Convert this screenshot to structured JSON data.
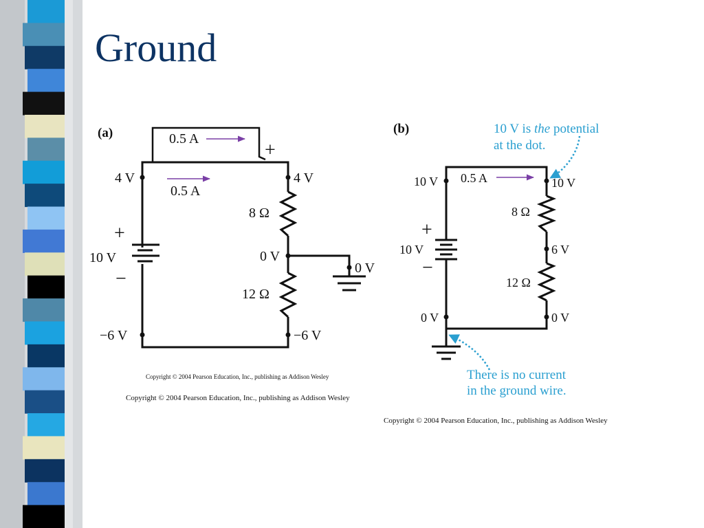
{
  "slide": {
    "title": "Ground",
    "title_color": "#0d3363"
  },
  "side_strip": {
    "colors": [
      "#1b9ad6",
      "#4a8fb5",
      "#0f3a66",
      "#3f86d9",
      "#111111",
      "#e8e4c0",
      "#5b8ea8",
      "#129dd8",
      "#0e4a7a",
      "#8fc4f3",
      "#4179d4",
      "#dfe0b8",
      "#000000",
      "#4f88a8",
      "#1ba2e0",
      "#093764",
      "#7fb7ec",
      "#1a4f86",
      "#25a8e3",
      "#e9e5be",
      "#0c3360",
      "#3b78cf",
      "#000000"
    ]
  },
  "diagram_a": {
    "panel_label": "(a)",
    "ammeter_reading": "0.5 A",
    "current_label": "0.5 A",
    "plus_top": "+",
    "top_left_potential": "4 V",
    "top_right_potential": "4 V",
    "resistor_top": "8 Ω",
    "battery_plus": "+",
    "battery_emf": "10 V",
    "battery_minus": "−",
    "mid_potential": "0 V",
    "ground_potential": "0 V",
    "resistor_bottom": "12 Ω",
    "bottom_left_potential": "−6 V",
    "bottom_right_potential": "−6 V",
    "copyright_1": "Copyright © 2004 Pearson Education, Inc., publishing as Addison Wesley",
    "copyright_2": "Copyright © 2004 Pearson Education, Inc., publishing as Addison Wesley"
  },
  "diagram_b": {
    "panel_label": "(b)",
    "note_top_pre": "10 V is ",
    "note_top_em": "the",
    "note_top_post": " potential",
    "note_top_line2": "at the dot.",
    "top_left_potential": "10 V",
    "current_label": "0.5 A",
    "top_right_potential": "10 V",
    "resistor_top": "8 Ω",
    "battery_plus": "+",
    "battery_emf": "10 V",
    "battery_minus": "−",
    "mid_potential": "6 V",
    "resistor_bottom": "12 Ω",
    "bottom_left_potential": "0 V",
    "bottom_right_potential": "0 V",
    "note_bottom_line1": "There is no current",
    "note_bottom_line2": "in the ground wire.",
    "note_color": "#2a9fd0",
    "copyright": "Copyright © 2004 Pearson Education, Inc., publishing as Addison Wesley"
  }
}
